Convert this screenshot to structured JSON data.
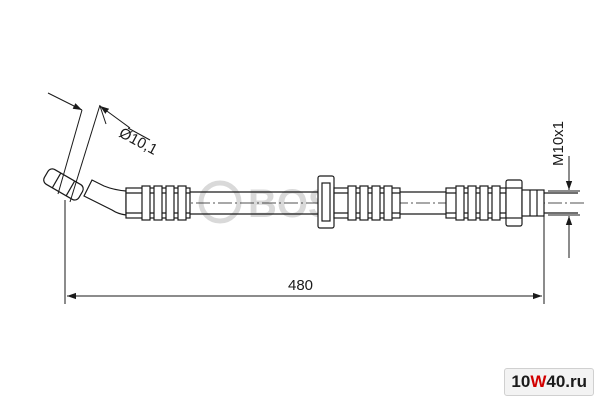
{
  "dimensions": {
    "length": "480",
    "diameter": "Ø10,1",
    "thread": "M10x1"
  },
  "watermark": {
    "brand": "BOSCH"
  },
  "logo": {
    "prefix": "10",
    "accent": "W",
    "suffix": "40.ru"
  },
  "colors": {
    "line": "#1a1a1a",
    "watermark": "#d9d9d9",
    "logo_accent": "#d20000"
  }
}
